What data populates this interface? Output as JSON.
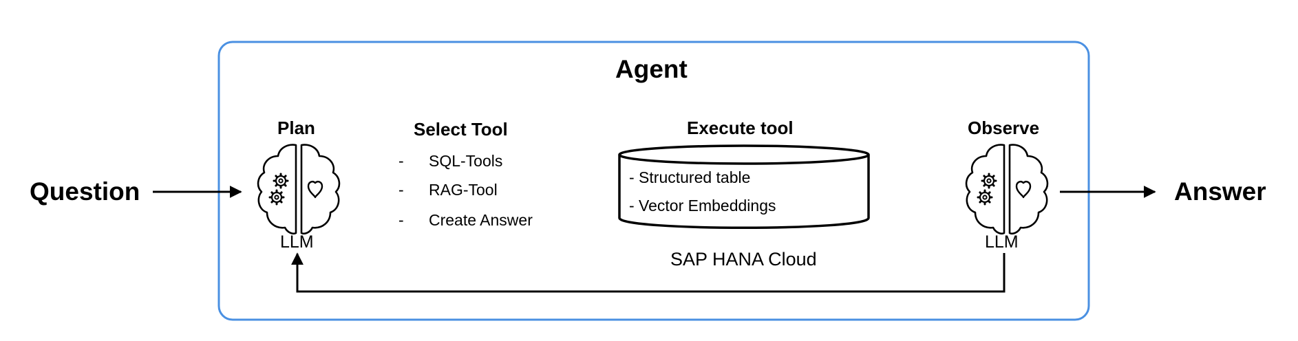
{
  "agent": {
    "title": "Agent"
  },
  "input": {
    "label": "Question"
  },
  "output": {
    "label": "Answer"
  },
  "plan": {
    "heading": "Plan",
    "model": "LLM"
  },
  "select_tool": {
    "heading": "Select Tool",
    "items": [
      "SQL-Tools",
      "RAG-Tool",
      "Create Answer"
    ],
    "bullet": "-"
  },
  "execute_tool": {
    "heading": "Execute tool",
    "items": [
      "- Structured table",
      "- Vector Embeddings"
    ],
    "platform": "SAP HANA Cloud"
  },
  "observe": {
    "heading": "Observe",
    "model": "LLM"
  },
  "icons": [
    "brain-gears-icon",
    "heart-icon",
    "database-cylinder-icon"
  ],
  "colors": {
    "agent_border": "#4a90e2",
    "stroke": "#000000"
  }
}
